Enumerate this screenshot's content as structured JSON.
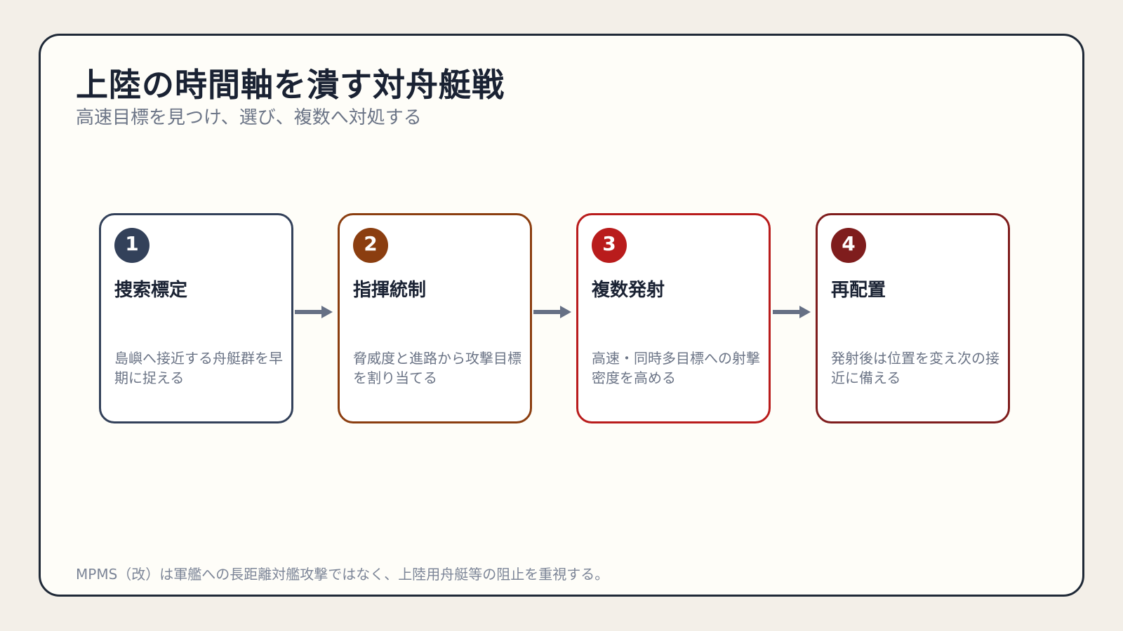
{
  "title": "上陸の時間軸を潰す対舟艇戦",
  "subtitle": "高速目標を見つけ、選び、複数へ対処する",
  "arrow_color": "#667085",
  "steps": [
    {
      "number": "1",
      "title": "捜索標定",
      "description": "島嶼へ接近する舟艇群を早期に捉える",
      "color": "#33415a"
    },
    {
      "number": "2",
      "title": "指揮統制",
      "description": "脅威度と進路から攻撃目標を割り当てる",
      "color": "#8b3e10"
    },
    {
      "number": "3",
      "title": "複数発射",
      "description": "高速・同時多目標への射撃密度を高める",
      "color": "#b91c1c"
    },
    {
      "number": "4",
      "title": "再配置",
      "description": "発射後は位置を変え次の接近に備える",
      "color": "#7f1d1d"
    }
  ],
  "footnote": "MPMS（改）は軍艦への長距離対艦攻撃ではなく、上陸用舟艇等の阻止を重視する。"
}
